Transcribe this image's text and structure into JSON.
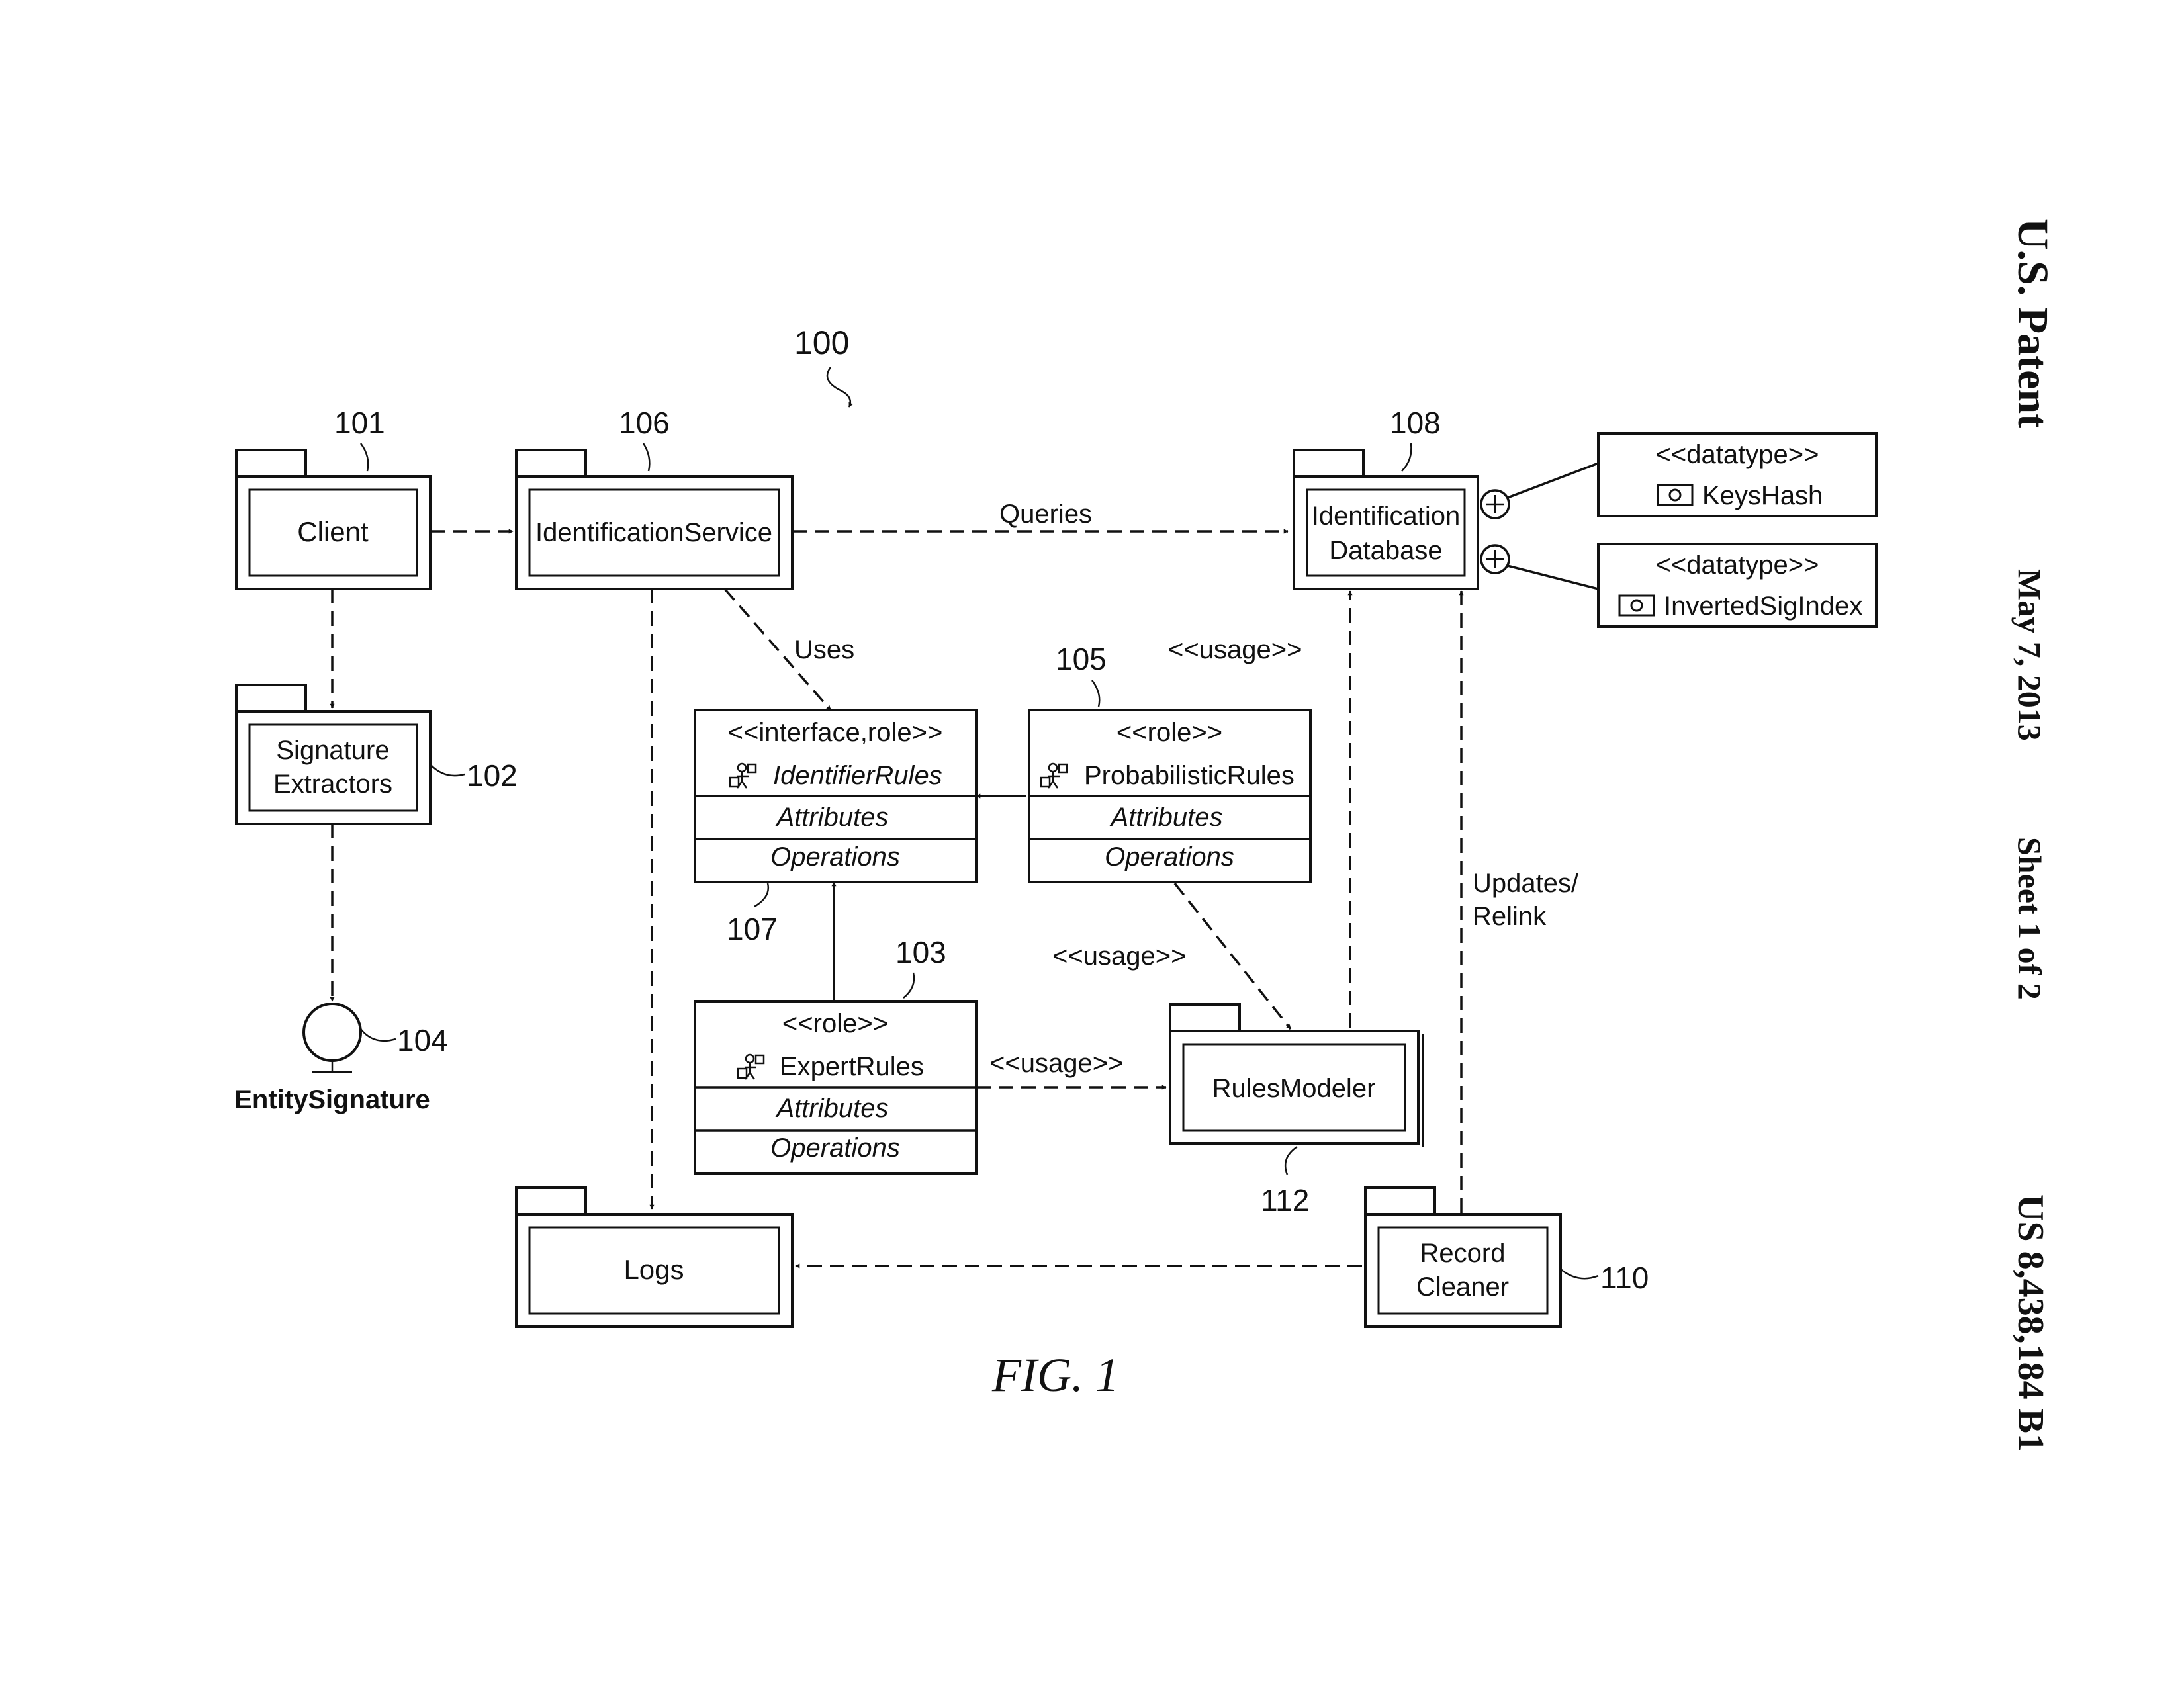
{
  "figure": {
    "ref_number": "100",
    "caption": "FIG. 1"
  },
  "header": {
    "office": "U.S. Patent",
    "date": "May 7, 2013",
    "sheet": "Sheet 1 of 2",
    "patent_number": "US 8,438,184 B1"
  },
  "nodes": {
    "client": {
      "label": "Client",
      "ref": "101"
    },
    "identification_service": {
      "label": "IdentificationService",
      "ref": "106"
    },
    "identification_database": {
      "label_line1": "Identification",
      "label_line2": "Database",
      "ref": "108"
    },
    "signature_extractors": {
      "label_line1": "Signature",
      "label_line2": "Extractors",
      "ref": "102"
    },
    "entity_signature": {
      "label": "EntitySignature",
      "ref": "104"
    },
    "logs": {
      "label": "Logs"
    },
    "rules_modeler": {
      "label": "RulesModeler",
      "ref": "112"
    },
    "record_cleaner": {
      "label_line1": "Record",
      "label_line2": "Cleaner",
      "ref": "110"
    },
    "keys_hash": {
      "stereotype": "<<datatype>>",
      "name": "KeysHash"
    },
    "inverted_sig_index": {
      "stereotype": "<<datatype>>",
      "name": "InvertedSigIndex"
    },
    "identifier_rules": {
      "stereotype": "<<interface,role>>",
      "name": "IdentifierRules",
      "attributes": "Attributes",
      "operations": "Operations",
      "ref": "107"
    },
    "probabilistic_rules": {
      "stereotype": "<<role>>",
      "name": "ProbabilisticRules",
      "attributes": "Attributes",
      "operations": "Operations",
      "ref": "105"
    },
    "expert_rules": {
      "stereotype": "<<role>>",
      "name": "ExpertRules",
      "attributes": "Attributes",
      "operations": "Operations",
      "ref": "103"
    }
  },
  "edges": {
    "queries": "Queries",
    "uses": "Uses",
    "usage_db": "<<usage>>",
    "usage_prob": "<<usage>>",
    "usage_expert": "<<usage>>",
    "updates_line1": "Updates/",
    "updates_line2": "Relink"
  }
}
